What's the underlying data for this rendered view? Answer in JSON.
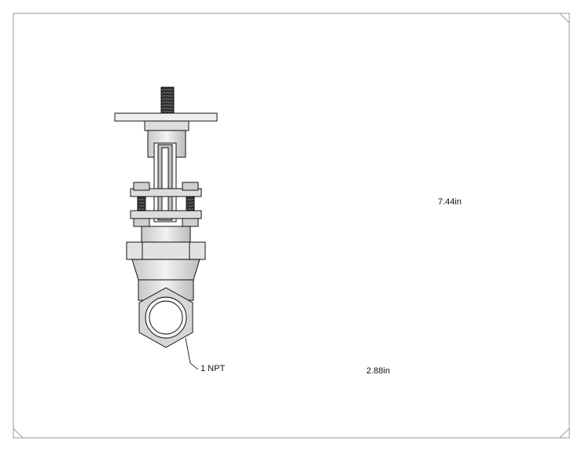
{
  "dimensions": {
    "height": "7.44in",
    "width": "2.88in",
    "connection": "1 NPT"
  },
  "colors": {
    "line": "#000000",
    "metal_light": "#eeeeee",
    "metal_mid": "#cfcfcf",
    "metal_dark": "#8f8f8f",
    "thread_dark": "#2a2a2a",
    "border": "#9a9a9a"
  }
}
